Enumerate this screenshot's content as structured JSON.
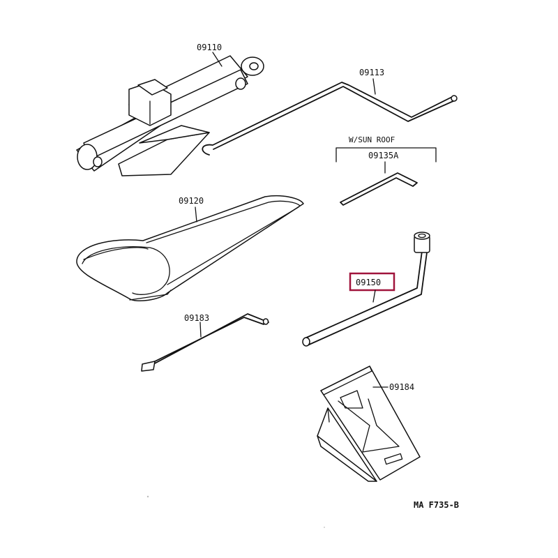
{
  "diagram": {
    "colors": {
      "ink": "#111111",
      "highlight": "#a0143c",
      "background": "#ffffff"
    },
    "parts": {
      "jack": {
        "label": "09110"
      },
      "jack_handle": {
        "label": "09113"
      },
      "sun_roof_group": {
        "heading": "W/SUN ROOF",
        "label": "09135A"
      },
      "tool_bag": {
        "label": "09120"
      },
      "lug_wrench": {
        "label": "09150",
        "highlighted": true
      },
      "pry_bar": {
        "label": "09183"
      },
      "wheel_chock": {
        "label": "09184"
      }
    },
    "figure_code": "MA F735-B"
  }
}
